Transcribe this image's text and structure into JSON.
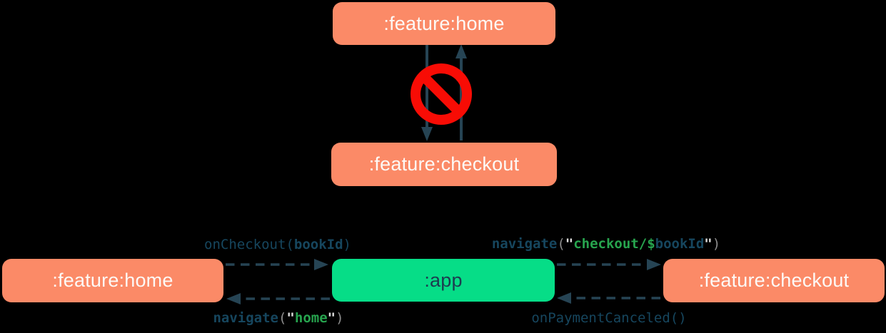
{
  "palette": {
    "bg": "#000000",
    "salmon": "#fb8a67",
    "green": "#06dd87",
    "box-text": "#fdf9f6",
    "app-text": "#1d3c50",
    "arrow": "#264454",
    "code-navy": "#16465e",
    "code-green": "#27a44e",
    "code-gray": "#8c8c8c",
    "code-quote": "#dededd",
    "red": "#f80c05"
  },
  "icons": {
    "no_entry": "prohibition-circle-with-slash"
  },
  "top_diagram": {
    "home_label": ":feature:home",
    "checkout_label": ":feature:checkout"
  },
  "bottom_diagram": {
    "home_label": ":feature:home",
    "app_label": ":app",
    "checkout_label": ":feature:checkout",
    "labels": {
      "on_checkout": {
        "full_text": "onCheckout(bookId)",
        "tokens": [
          {
            "t": "onCheckout(",
            "cls": "tok-navy"
          },
          {
            "t": "bookId",
            "cls": "tok-navy-b"
          },
          {
            "t": ")",
            "cls": "tok-navy"
          }
        ]
      },
      "navigate_home": {
        "full_text": "navigate(\"home\")",
        "tokens": [
          {
            "t": "navigate",
            "cls": "tok-navy-b"
          },
          {
            "t": "(",
            "cls": "tok-gray"
          },
          {
            "t": "\"",
            "cls": "tok-quote"
          },
          {
            "t": "home",
            "cls": "tok-green-b"
          },
          {
            "t": "\"",
            "cls": "tok-quote"
          },
          {
            "t": ")",
            "cls": "tok-gray"
          }
        ]
      },
      "navigate_checkout": {
        "full_text": "navigate(\"checkout/$bookId\")",
        "tokens": [
          {
            "t": "navigate",
            "cls": "tok-navy-b"
          },
          {
            "t": "(",
            "cls": "tok-gray"
          },
          {
            "t": "\"",
            "cls": "tok-quote"
          },
          {
            "t": "checkout/$",
            "cls": "tok-green-b"
          },
          {
            "t": "bookId",
            "cls": "tok-navy-b"
          },
          {
            "t": "\"",
            "cls": "tok-quote"
          },
          {
            "t": ")",
            "cls": "tok-gray"
          }
        ]
      },
      "on_payment_canceled": {
        "full_text": "onPaymentCanceled()",
        "tokens": [
          {
            "t": "onPaymentCanceled()",
            "cls": "tok-navy"
          }
        ]
      }
    }
  }
}
